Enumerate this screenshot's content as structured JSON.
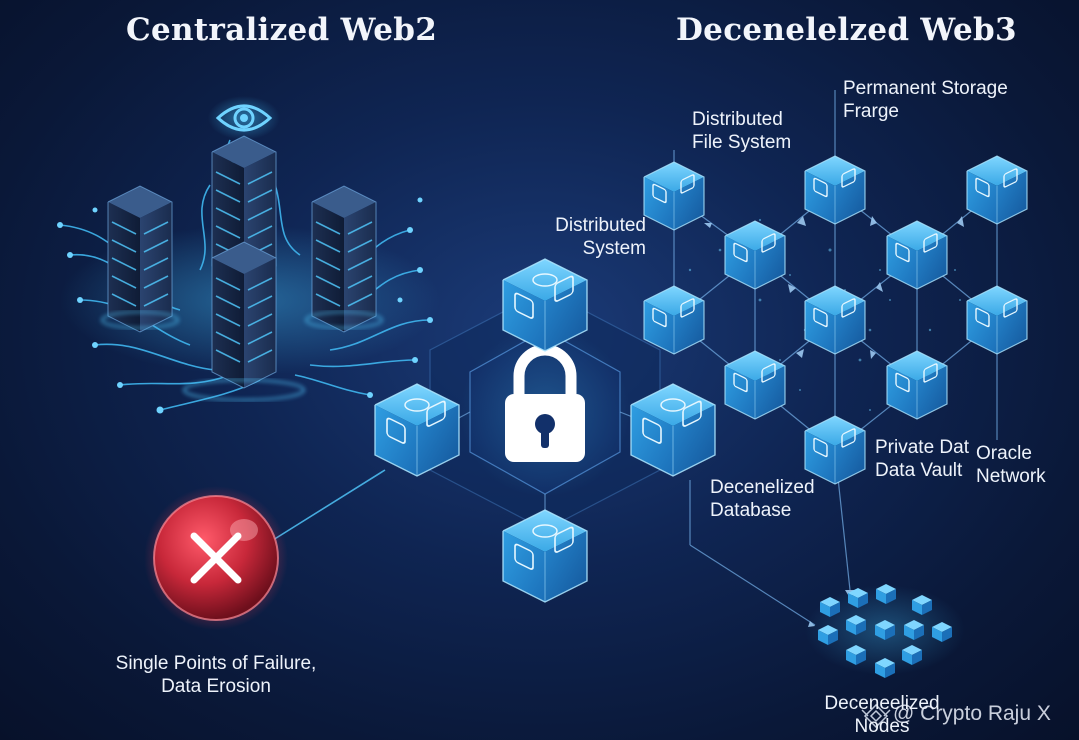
{
  "headings": {
    "left": "Centralized Web2",
    "right": "Decenelelzed Web3"
  },
  "labels": {
    "distributed_system": [
      "Distributed",
      "System"
    ],
    "distributed_file_system": [
      "Distributed",
      "File System"
    ],
    "permanent_storage": [
      "Permanent Storage",
      "Frarge"
    ],
    "private_data_vault": [
      "Private Dat",
      "Data Vault"
    ],
    "oracle_network": [
      "Oracle",
      "Network"
    ],
    "decentralized_database": [
      "Decenelized",
      "Database"
    ],
    "decentralized_nodes": [
      "Deceneelized",
      "Nodes"
    ],
    "failure": [
      "Single Points of Failure,",
      "Data Erosion"
    ]
  },
  "watermark": "@ Crypto Raju X",
  "icons": {
    "surveillance": "eye-icon",
    "security": "padlock-icon",
    "failure": "x-mark-icon"
  },
  "colors": {
    "background": "#0d2250",
    "node_cyan": "#3fb6ee",
    "failure_red": "#c8283a",
    "text": "#eef3fb"
  }
}
